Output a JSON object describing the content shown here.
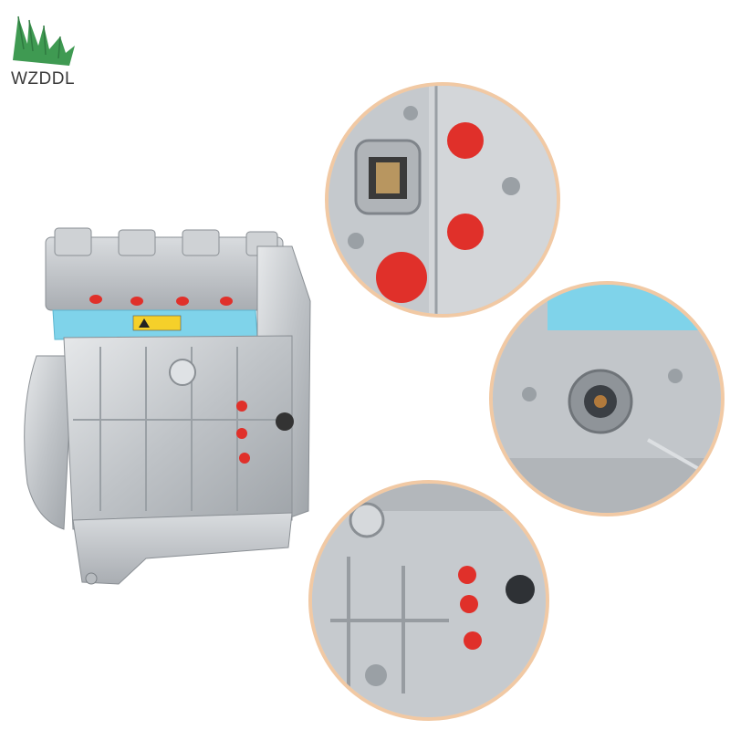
{
  "brand": {
    "name": "WZDDL",
    "logo_icon": "green-leaf-icon",
    "logo_color": "#3f9a52"
  },
  "colors": {
    "background": "#ffffff",
    "circle_border": "#f1c9a4",
    "plug_red": "#e0302a",
    "gasket_blue": "#7fd3ea",
    "aluminum": "#c9ccd0"
  },
  "images": {
    "main": "engine-long-block-photo",
    "detail_1": "cylinder-head-red-plugs-closeup",
    "detail_2": "timing-cover-crank-seal-closeup",
    "detail_3": "block-side-red-plugs-closeup"
  }
}
